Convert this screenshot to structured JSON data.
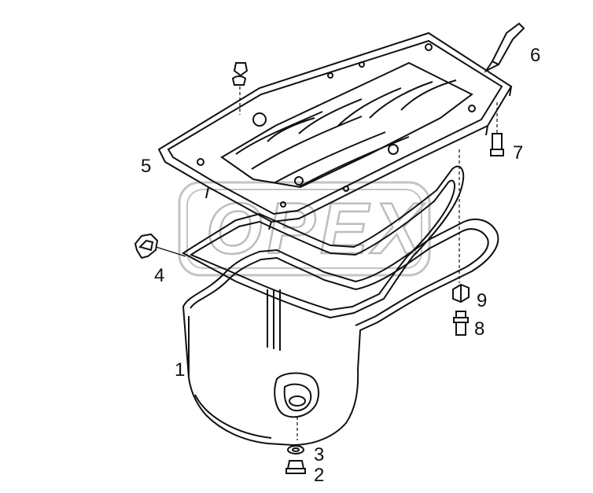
{
  "watermark": {
    "text": "OPEX"
  },
  "callouts": [
    {
      "id": "1",
      "label": "1"
    },
    {
      "id": "2",
      "label": "2"
    },
    {
      "id": "3",
      "label": "3"
    },
    {
      "id": "4",
      "label": "4"
    },
    {
      "id": "5",
      "label": "5"
    },
    {
      "id": "6",
      "label": "6"
    },
    {
      "id": "7",
      "label": "7"
    },
    {
      "id": "8",
      "label": "8"
    },
    {
      "id": "9",
      "label": "9"
    }
  ],
  "colors": {
    "line": "#111111",
    "watermark": "#bdbdbd",
    "background": "#ffffff"
  }
}
